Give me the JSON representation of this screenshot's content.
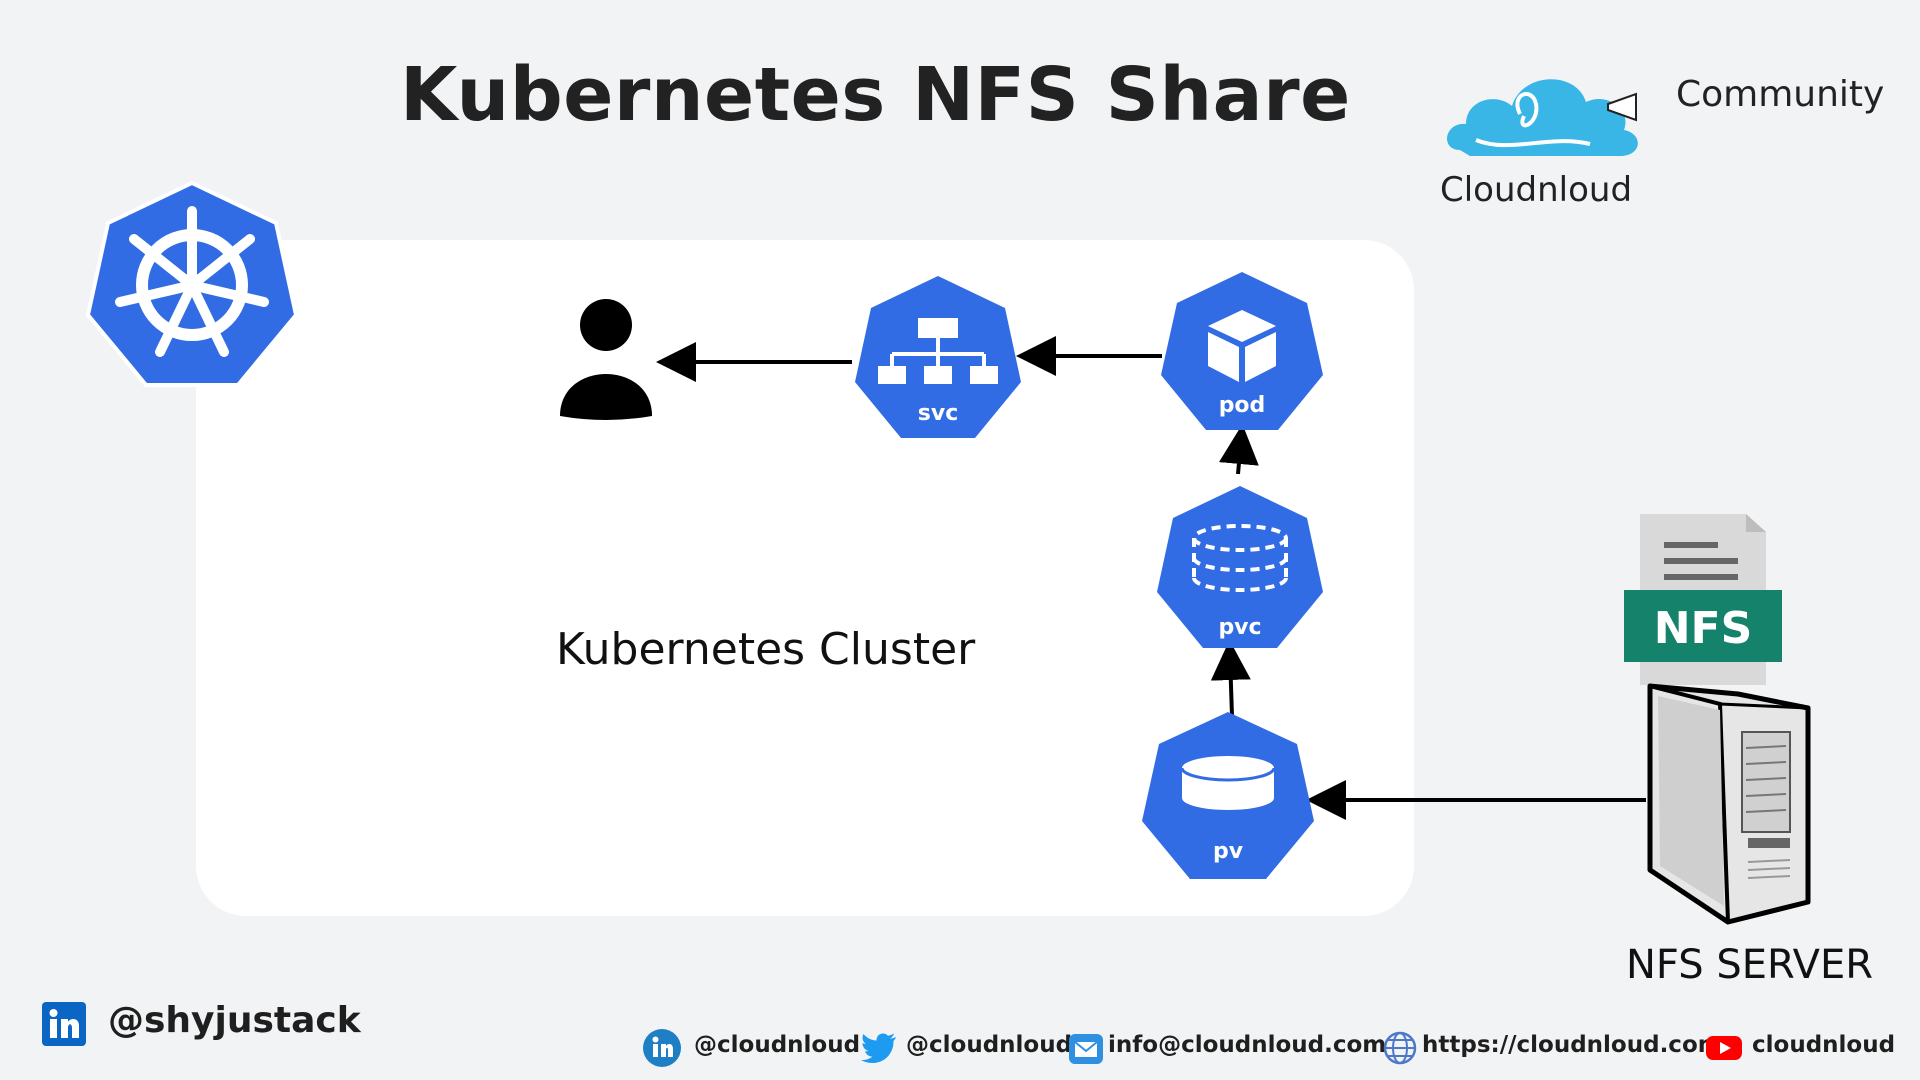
{
  "title": "Kubernetes NFS Share",
  "brand": {
    "name": "Cloudnloud",
    "tagline": "Community"
  },
  "cluster": {
    "label": "Kubernetes Cluster"
  },
  "nodes": {
    "svc": "svc",
    "pod": "pod",
    "pvc": "pvc",
    "pv": "pv"
  },
  "nfs": {
    "badge": "NFS",
    "server_label": "NFS SERVER"
  },
  "footer": {
    "linkedin_handle": "@shyjustack",
    "links": {
      "linkedin": "@cloudnloud",
      "twitter": "@cloudnloud",
      "email": "info@cloudnloud.com",
      "website": "https://cloudnloud.com",
      "youtube": "cloudnloud"
    }
  },
  "colors": {
    "k8s_blue": "#326ce5",
    "nfs_green": "#15826b",
    "background": "#f2f3f4",
    "panel": "#ffffff",
    "linkedin": "#0a66c2",
    "twitter": "#1d9bf0",
    "youtube": "#ff0000",
    "cloud": "#39b6e6"
  }
}
